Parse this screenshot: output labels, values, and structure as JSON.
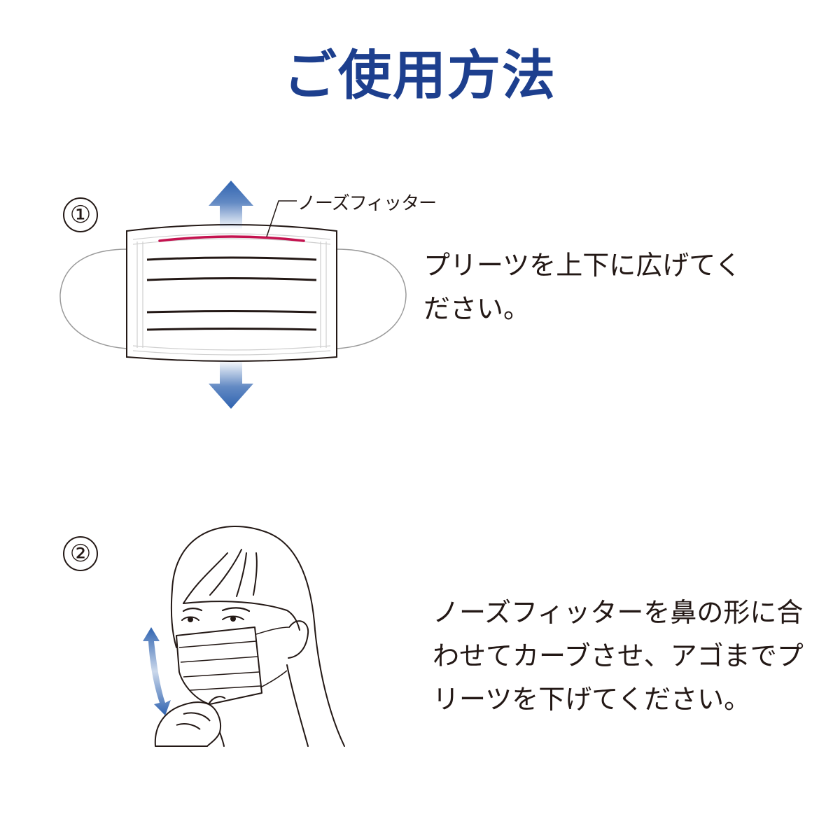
{
  "title": "ご使用方法",
  "steps": [
    {
      "number": "①",
      "callout": "ノーズフィッター",
      "text_lines": [
        "プリーツを上下に広げてく",
        "ださい。"
      ]
    },
    {
      "number": "②",
      "text_lines": [
        "ノーズフィッターを鼻の形に合",
        "わせてカーブさせ、アゴまでプ",
        "リーツを下げてください。"
      ]
    }
  ],
  "colors": {
    "title": "#1d3f8e",
    "arrow": "#2f63b0",
    "nose_fitter": "#c4124f",
    "ink": "#231815"
  }
}
